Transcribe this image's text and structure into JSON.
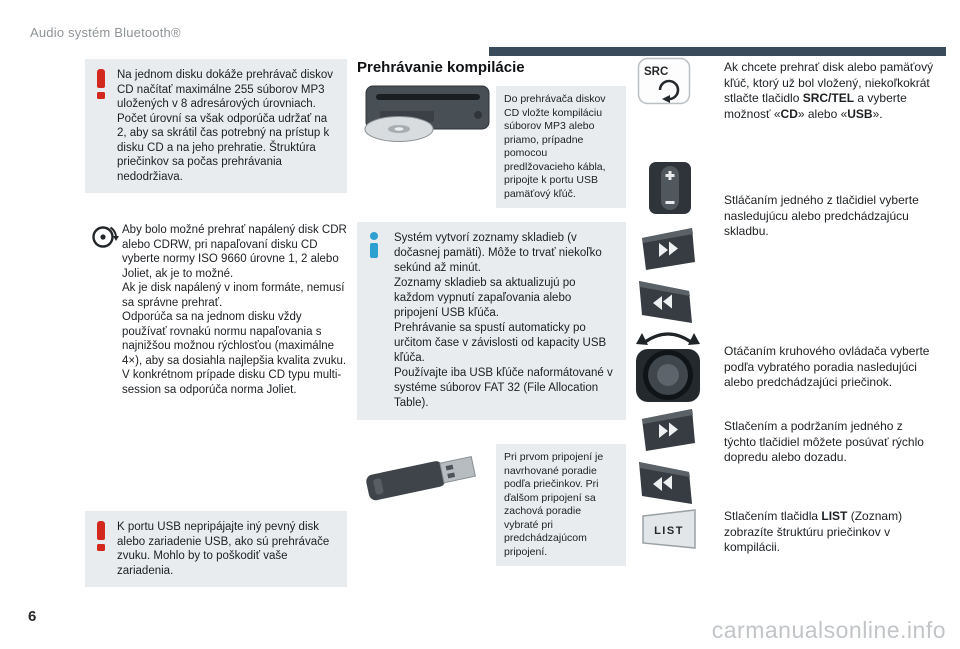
{
  "colors": {
    "accent": "#3a4b5c",
    "warn-red": "#d3281e",
    "info-blue": "#2d9fd0",
    "panel-gray": "#e8ecee",
    "watermark-gray": "#c1c5c7"
  },
  "header": {
    "title": "Audio systém Bluetooth®"
  },
  "footer": {
    "page_number": "6",
    "watermark": "carmanualsonline.info"
  },
  "left": {
    "warning_top": "Na jednom disku dokáže prehrávač diskov CD načítať maximálne 255 súborov MP3 uložených v 8 adresárových úrovniach. Počet úrovní sa však odporúča udržať na 2, aby sa skrátil čas potrebný na prístup k disku CD a na jeho prehratie. Štruktúra priečinkov sa počas prehrávania nedodržiava.",
    "cd_note": "Aby bolo možné prehrať napálený disk CDR alebo CDRW, pri napaľovaní disku CD vyberte normy ISO 9660 úrovne 1, 2 alebo Joliet, ak je to možné.\nAk je disk napálený v inom formáte, nemusí sa správne prehrať.\nOdporúča sa na jednom disku vždy používať rovnakú normu napaľovania s najnižšou možnou rýchlosťou (maximálne 4×), aby sa dosiahla najlepšia kvalita zvuku.\nV konkrétnom prípade disku CD typu multi-session sa odporúča norma Joliet.",
    "warning_bottom": "K portu USB nepripájajte iný pevný disk alebo zariadenie USB, ako sú prehrávače zvuku. Mohlo by to poškodiť vaše zariadenia."
  },
  "middle": {
    "heading": "Prehrávanie kompilácie",
    "cd_caption": "Do prehrávača diskov CD vložte kompiláciu súborov MP3 alebo priamo, prípadne pomocou predlžovacieho kábla, pripojte k portu USB pamäťový kľúč.",
    "info_note": "Systém vytvorí zoznamy skladieb (v dočasnej pamäti). Môže to trvať niekoľko sekúnd až minút.\nZoznamy skladieb sa aktualizujú po každom vypnutí zapaľovania alebo pripojení USB kľúča.\nPrehrávanie sa spustí automaticky po určitom čase v závislosti od kapacity USB kľúča.\nPoužívajte iba USB kľúče naformátované v systéme súborov FAT 32 (File Allocation Table).",
    "usb_caption": "Pri prvom pripojení je navrhované poradie podľa priečinkov. Pri ďalšom pripojení sa zachová poradie vybraté pri predchádzajúcom pripojení."
  },
  "right": {
    "src": {
      "icon_label": "SRC",
      "t1": "Ak chcete prehrať disk alebo pamäťový kľúč, ktorý už bol vložený, niekoľkokrát stlačte tlačidlo ",
      "b1": "SRC/TEL",
      "t2": " a vyberte možnosť «",
      "b2": "CD",
      "t3": "» alebo «",
      "b3": "USB",
      "t4": "»."
    },
    "track_buttons": "Stláčaním jedného z tlačidiel vyberte nasledujúcu alebo predchádzajúcu skladbu.",
    "knob": "Otáčaním kruhového ovládača vyberte podľa vybratého poradia nasledujúci alebo predchádzajúci priečinok.",
    "hold": "Stlačením a podržaním jedného z týchto tlačidiel môžete posúvať rýchlo dopredu alebo dozadu.",
    "list": {
      "icon_label": "LIST",
      "t1": "Stlačením tlačidla ",
      "b1": "LIST",
      "t2": " (Zoznam) zobrazíte štruktúru priečinkov v kompilácii."
    }
  },
  "icons": {
    "warning-icon": "!",
    "info-icon": "i",
    "cd-disc-icon": "disc-with-arrow",
    "fast-forward-icon": "▶▶",
    "rewind-icon": "◀◀",
    "rotary-knob-icon": "rotate-both-ways",
    "src-button-icon": "SRC",
    "list-button-icon": "LIST"
  }
}
